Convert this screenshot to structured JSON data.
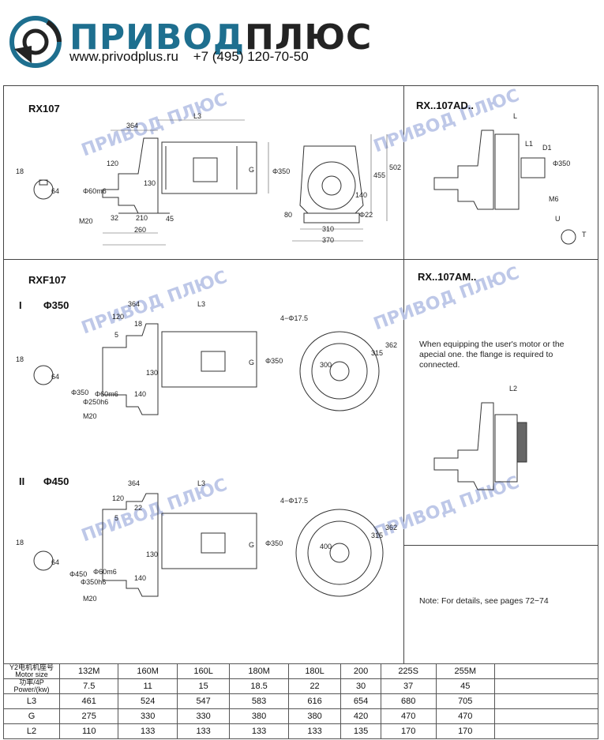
{
  "header": {
    "logo_text_blue": "ПРИВОД",
    "logo_text_dark": "ПЛЮС",
    "website": "www.privodplus.ru",
    "phone": "+7 (495) 120-70-50"
  },
  "watermark": "ПРИВОД ПЛЮС",
  "sections": {
    "rx107": {
      "title": "RX107",
      "dims": {
        "d364": "364",
        "L3": "L3",
        "d120": "120",
        "d130": "130",
        "G": "G",
        "phi350": "Φ350",
        "d18": "18",
        "d64": "64",
        "phi60": "Φ60m6",
        "M20": "M20",
        "d32": "32",
        "d210": "210",
        "d260": "260",
        "d45": "45",
        "d455": "455",
        "d502": "502",
        "d140": "140",
        "d80": "80",
        "phi22": "Φ22",
        "d310": "310",
        "d370": "370"
      }
    },
    "rx_ad": {
      "title": "RX..107AD..",
      "dims": {
        "L": "L",
        "L1": "L1",
        "D1": "D1",
        "phi350": "Φ350",
        "M6": "M6",
        "U": "U",
        "T": "T"
      }
    },
    "rxf107": {
      "title": "RXF107",
      "variant1": {
        "roman": "I",
        "flange": "Φ350"
      },
      "variant2": {
        "roman": "II",
        "flange": "Φ450"
      },
      "dims1": {
        "d364": "364",
        "L3": "L3",
        "d120": "120",
        "d18": "18",
        "d5": "5",
        "d130": "130",
        "G": "G",
        "phi350": "Φ350",
        "side18": "18",
        "side64": "64",
        "phi350v": "Φ350",
        "phi250": "Φ250h6",
        "phi60": "Φ60m6",
        "d140": "140",
        "M20": "M20",
        "holes": "4−Φ17.5",
        "d315": "315",
        "d362": "362",
        "d300": "300"
      },
      "dims2": {
        "d364": "364",
        "L3": "L3",
        "d120": "120",
        "d22": "22",
        "d5": "5",
        "d130": "130",
        "G": "G",
        "phi350": "Φ350",
        "side18": "18",
        "side64": "64",
        "phi450": "Φ450",
        "phi350h": "Φ350h6",
        "phi60": "Φ60m6",
        "d140": "140",
        "M20": "M20",
        "holes": "4−Φ17.5",
        "d315": "315",
        "d362": "362",
        "d400": "400"
      }
    },
    "rx_am": {
      "title": "RX..107AM..",
      "note": "When equipping the user's motor or the apecial one. the flange is required to connected.",
      "dims": {
        "L2": "L2"
      }
    },
    "details_note": "Note: For details, see pages 72−74"
  },
  "spec_table": {
    "header_label_cn": "Y2电机机座号",
    "header_label_en": "Motor size",
    "columns": [
      "132M",
      "160M",
      "160L",
      "180M",
      "180L",
      "200",
      "225S",
      "255M"
    ],
    "rows": [
      {
        "label_cn": "功率/4P",
        "label_en": "Power/(kw)",
        "values": [
          "7.5",
          "11",
          "15",
          "18.5",
          "22",
          "30",
          "37",
          "45"
        ]
      },
      {
        "label": "L3",
        "values": [
          "461",
          "524",
          "547",
          "583",
          "616",
          "654",
          "680",
          "705"
        ]
      },
      {
        "label": "G",
        "values": [
          "275",
          "330",
          "330",
          "380",
          "380",
          "420",
          "470",
          "470"
        ]
      },
      {
        "label": "L2",
        "values": [
          "110",
          "133",
          "133",
          "133",
          "133",
          "135",
          "170",
          "170"
        ]
      }
    ]
  },
  "colors": {
    "brand_blue": "#1e6f8f",
    "line": "#444444",
    "watermark": "#b8c3e6"
  }
}
